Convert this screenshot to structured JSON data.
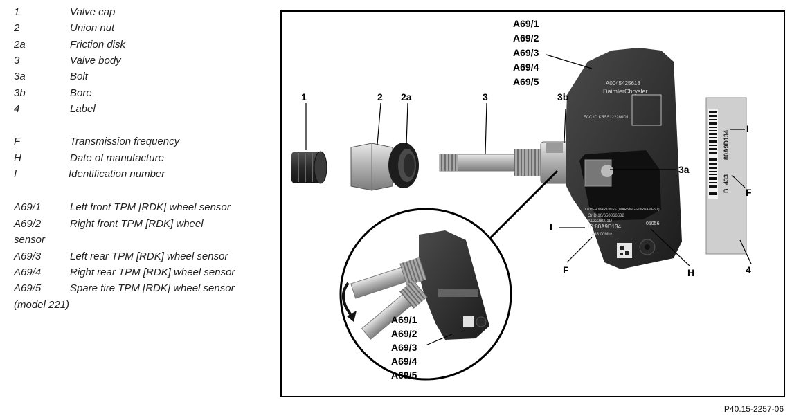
{
  "legend": [
    {
      "code": "1",
      "desc": "Valve cap"
    },
    {
      "code": "2",
      "desc": "Union nut"
    },
    {
      "code": "2a",
      "desc": "Friction disk"
    },
    {
      "code": "3",
      "desc": "Valve body"
    },
    {
      "code": "3a",
      "desc": "Bolt"
    },
    {
      "code": "3b",
      "desc": "Bore"
    },
    {
      "code": "4",
      "desc": "Label"
    },
    {
      "code": "F",
      "desc": "Transmission frequency"
    },
    {
      "code": "H",
      "desc": "Date of manufacture"
    },
    {
      "code": "I",
      "desc": "Identification number"
    },
    {
      "code": "A69/1",
      "desc": "Left front TPM [RDK] wheel sensor"
    },
    {
      "code": "A69/2",
      "desc": "Right front TPM [RDK] wheel"
    },
    {
      "code": "A69/3",
      "desc": "Left rear TPM [RDK] wheel sensor"
    },
    {
      "code": "A69/4",
      "desc": "Right rear TPM [RDK] wheel sensor"
    },
    {
      "code": "A69/5",
      "desc": "Spare tire TPM [RDK] wheel sensor"
    }
  ],
  "legend_continuations": {
    "right_front": "sensor",
    "spare": "(model 221)"
  },
  "figure": {
    "callouts": {
      "c1": "1",
      "c2": "2",
      "c2a": "2a",
      "c3": "3",
      "c3b": "3b",
      "c3a": "3a",
      "cI_label": "I",
      "cF_label": "F",
      "c4": "4",
      "cI_sensor": "I",
      "cF_sensor": "F",
      "cH": "H"
    },
    "sensor_ids_top": [
      "A69/1",
      "A69/2",
      "A69/3",
      "A69/4",
      "A69/5"
    ],
    "sensor_ids_inset": [
      "A69/1",
      "A69/2",
      "A69/3",
      "A69/4",
      "A69/5"
    ],
    "housing_text": {
      "part_number": "A0045425618",
      "brand": "DaimlerChrysler",
      "fcc": "FCC ID:KR5S122280D1",
      "face_line1": "OTHER MARKINGS (WARNINGS/ORNAMENT)",
      "face_line2": "OrID:10/650866632",
      "face_line3": "X12228001D",
      "face_id": "ID:80A9D134",
      "face_freq": "433.00Mhz",
      "face_date": "05056"
    },
    "label_text": {
      "serial": "80A9D134",
      "freq": "433",
      "prefix": "B"
    }
  },
  "caption": "P40.15-2257-06"
}
